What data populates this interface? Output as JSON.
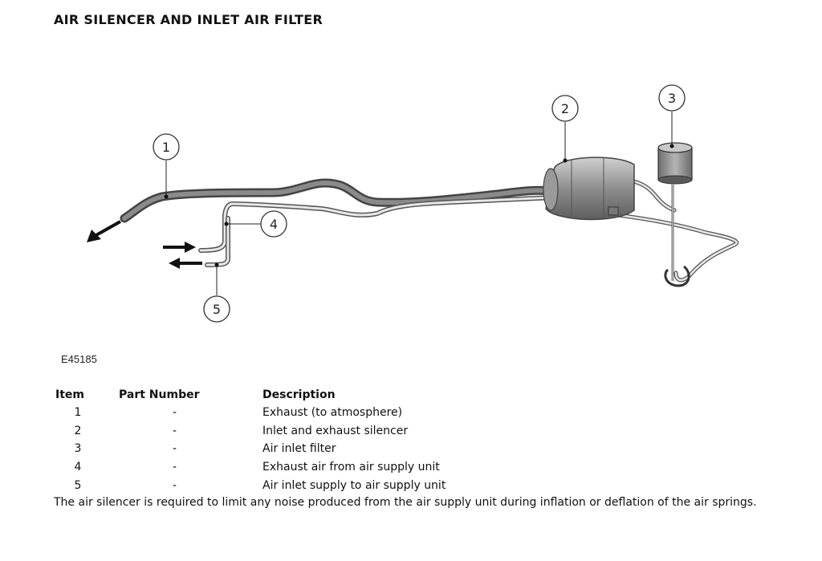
{
  "page": {
    "title": "AIR SILENCER AND INLET AIR FILTER",
    "figure_id": "E45185",
    "note": "The air silencer is required to limit any noise produced from the air supply unit during inflation or deflation of the air springs."
  },
  "diagram": {
    "callouts": [
      "1",
      "2",
      "3",
      "4",
      "5"
    ]
  },
  "table": {
    "headers": {
      "item": "Item",
      "part_number": "Part Number",
      "description": "Description"
    },
    "rows": [
      {
        "item": "1",
        "part_number": "-",
        "description": "Exhaust (to atmosphere)"
      },
      {
        "item": "2",
        "part_number": "-",
        "description": "Inlet and exhaust silencer"
      },
      {
        "item": "3",
        "part_number": "-",
        "description": "Air inlet filter"
      },
      {
        "item": "4",
        "part_number": "-",
        "description": "Exhaust air from air supply unit"
      },
      {
        "item": "5",
        "part_number": "-",
        "description": "Air inlet supply to air supply unit"
      }
    ]
  }
}
